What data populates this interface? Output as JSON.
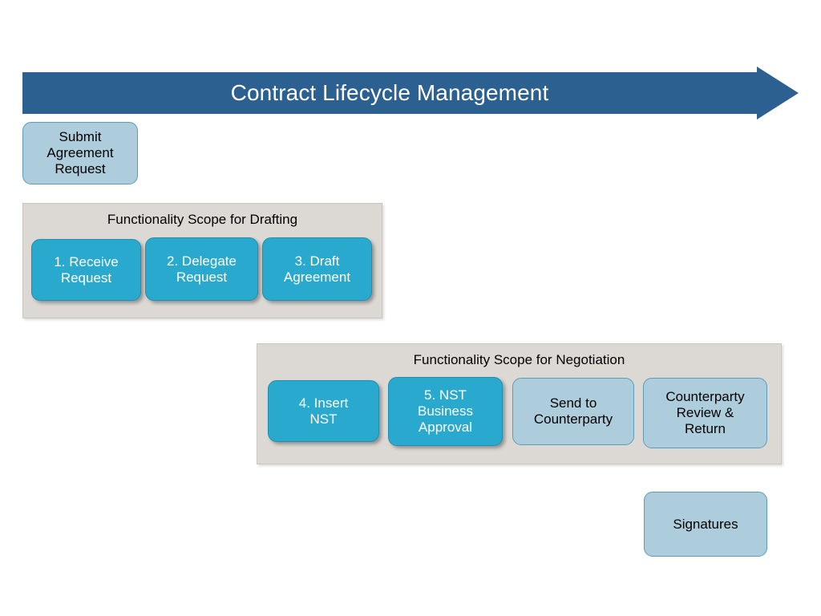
{
  "banner": {
    "title": "Contract Lifecycle Management",
    "shape": "right-arrow",
    "color": "#2b6091",
    "text_color": "#ffffff"
  },
  "colors": {
    "banner_blue": "#2b6091",
    "teal_node": "#29a9cd",
    "light_blue_node": "#aecddc",
    "group_gray": "#dcd9d5",
    "page_background": "#ffffff"
  },
  "nodes": {
    "submit_request": {
      "label": "Submit\nAgreement\nRequest",
      "style": "light-blue"
    },
    "signatures": {
      "label": "Signatures",
      "style": "light-blue"
    }
  },
  "groups": [
    {
      "id": "drafting",
      "title": "Functionality Scope for Drafting",
      "steps": [
        {
          "label": "1. Receive\nRequest",
          "style": "teal"
        },
        {
          "label": "2. Delegate\nRequest",
          "style": "teal"
        },
        {
          "label": "3. Draft\nAgreement",
          "style": "teal"
        }
      ]
    },
    {
      "id": "negotiation",
      "title": "Functionality Scope for Negotiation",
      "steps": [
        {
          "label": "4. Insert\nNST",
          "style": "teal"
        },
        {
          "label": "5. NST\nBusiness\nApproval",
          "style": "teal"
        },
        {
          "label": "Send to\nCounterparty",
          "style": "light-blue"
        },
        {
          "label": "Counterparty\nReview &\nReturn",
          "style": "light-blue"
        }
      ]
    }
  ]
}
